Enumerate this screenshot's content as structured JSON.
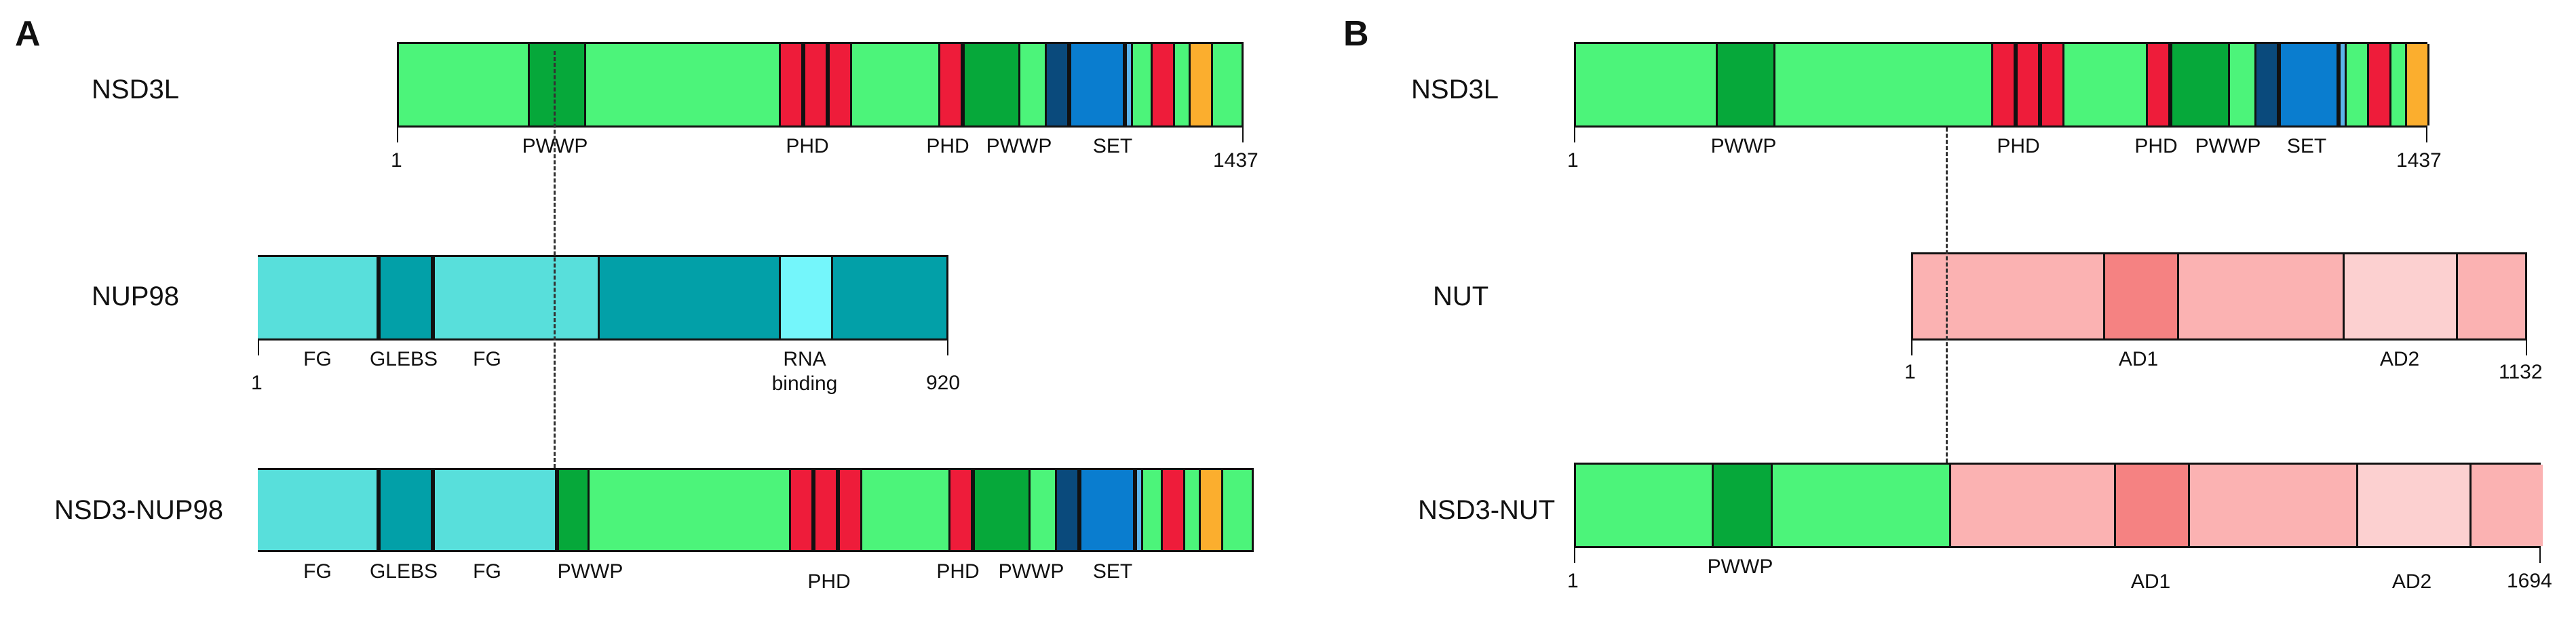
{
  "panel_a": {
    "letter": "A",
    "rows": {
      "nsd3l": {
        "name": "NSD3L",
        "start": "1",
        "end": "1437",
        "labels": [
          "PWWP",
          "PHD",
          "PHD",
          "PWWP",
          "SET"
        ]
      },
      "nup98": {
        "name": "NUP98",
        "start": "1",
        "end": "920",
        "labels": [
          "FG",
          "GLEBS",
          "FG",
          "RNA",
          "binding"
        ]
      },
      "fusion": {
        "name": "NSD3-NUP98",
        "labels": [
          "FG",
          "GLEBS",
          "FG",
          "PWWP",
          "PHD",
          "PHD",
          "PWWP",
          "SET"
        ]
      }
    }
  },
  "panel_b": {
    "letter": "B",
    "rows": {
      "nsd3l": {
        "name": "NSD3L",
        "start": "1",
        "end": "1437",
        "labels": [
          "PWWP",
          "PHD",
          "PHD",
          "PWWP",
          "SET"
        ]
      },
      "nut": {
        "name": "NUT",
        "start": "1",
        "end": "1132",
        "labels": [
          "AD1",
          "AD2"
        ]
      },
      "fusion": {
        "name": "NSD3-NUT",
        "start": "1",
        "end": "1694",
        "labels": [
          "PWWP",
          "AD1",
          "AD2"
        ]
      }
    }
  },
  "colors": {
    "nsd3_body": "#4cf47a",
    "pwwp": "#06a83a",
    "phd": "#ee1c3a",
    "set": "#0a7dcf",
    "dark_blue": "#0a4a7c",
    "light_blue": "#5bb4ea",
    "orange": "#fbae2e",
    "nup98_light": "#58dfdb",
    "nup98_dark": "#02a0a8",
    "rna_binding": "#74f6fb",
    "nut_body": "#fbb2b2",
    "ad1": "#f58282",
    "ad2": "#fcd0d0"
  }
}
